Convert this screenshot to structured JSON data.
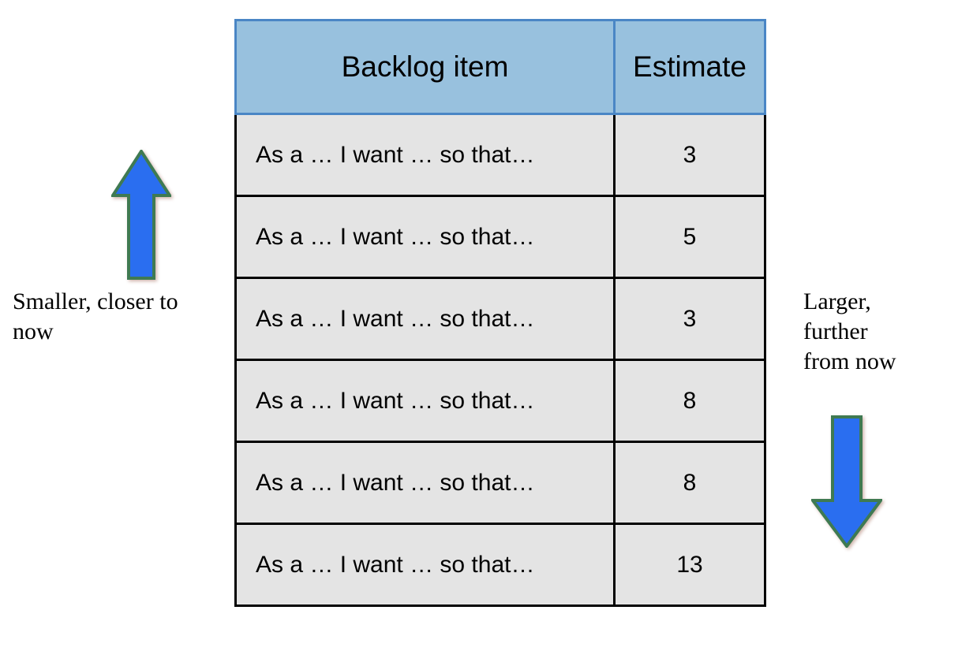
{
  "table": {
    "columns": [
      {
        "key": "item",
        "label": "Backlog item"
      },
      {
        "key": "estimate",
        "label": "Estimate"
      }
    ],
    "rows": [
      {
        "item": "As a …  I want …  so that…",
        "estimate": "3"
      },
      {
        "item": "As a …  I want …  so that…",
        "estimate": "5"
      },
      {
        "item": "As a …  I want …  so that…",
        "estimate": "3"
      },
      {
        "item": "As a …  I want …  so that…",
        "estimate": "8"
      },
      {
        "item": "As a …  I want …  so that…",
        "estimate": "8"
      },
      {
        "item": "As a …  I want …  so that…",
        "estimate": "13"
      }
    ]
  },
  "annotations": {
    "left": {
      "text": "Smaller, closer to now",
      "arrow_icon": "arrow-up-icon"
    },
    "right": {
      "text": "Larger,\nfurther\nfrom now",
      "arrow_icon": "arrow-down-icon"
    }
  },
  "colors": {
    "header_fill": "#98c1de",
    "header_border": "#4a86c5",
    "row_fill": "#e4e4e4",
    "row_border": "#000000",
    "arrow_fill": "#2a6ef0",
    "arrow_outline": "#3f7a52",
    "text": "#000000",
    "background": "#ffffff"
  }
}
